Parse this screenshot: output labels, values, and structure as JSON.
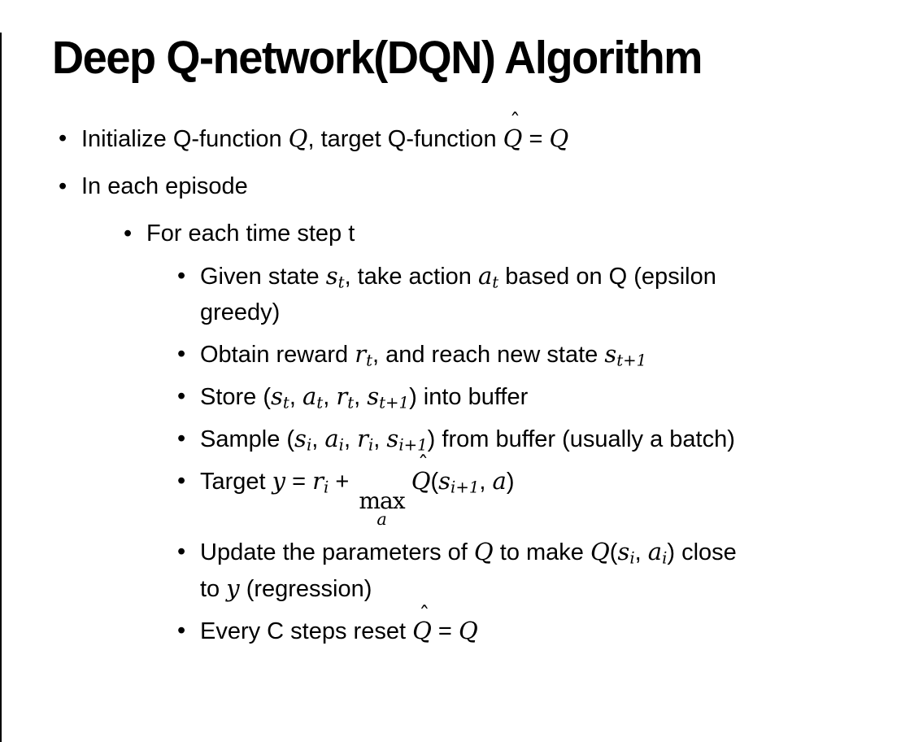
{
  "slide": {
    "title": "Deep Q-network(DQN) Algorithm",
    "bullet_char": "•",
    "colors": {
      "background": "#ffffff",
      "text": "#000000",
      "edge_line": "#000000"
    },
    "bullets": [
      {
        "level": 1,
        "segments": [
          {
            "k": "t",
            "v": "Initialize Q-function "
          },
          {
            "k": "m",
            "v": "Q"
          },
          {
            "k": "t",
            "v": ", target Q-function "
          },
          {
            "k": "qhat",
            "v": "Q",
            "hat": "ˆ"
          },
          {
            "k": "t",
            "v": " = "
          },
          {
            "k": "m",
            "v": "Q"
          }
        ]
      },
      {
        "level": 1,
        "segments": [
          {
            "k": "t",
            "v": "In each episode"
          }
        ]
      },
      {
        "level": 2,
        "segments": [
          {
            "k": "t",
            "v": "For each time step t"
          }
        ]
      },
      {
        "level": 3,
        "segments": [
          {
            "k": "t",
            "v": "Given state "
          },
          {
            "k": "ms",
            "v": "s",
            "sub": "t"
          },
          {
            "k": "t",
            "v": ", take action "
          },
          {
            "k": "ms",
            "v": "a",
            "sub": "t"
          },
          {
            "k": "t",
            "v": " based on Q (epsilon"
          },
          {
            "k": "br"
          },
          {
            "k": "t",
            "v": "greedy)"
          }
        ]
      },
      {
        "level": 3,
        "segments": [
          {
            "k": "t",
            "v": "Obtain reward "
          },
          {
            "k": "ms",
            "v": "r",
            "sub": "t"
          },
          {
            "k": "t",
            "v": ", and reach new state "
          },
          {
            "k": "ms",
            "v": "s",
            "sub": "t+1"
          }
        ]
      },
      {
        "level": 3,
        "segments": [
          {
            "k": "t",
            "v": "Store ("
          },
          {
            "k": "ms",
            "v": "s",
            "sub": "t"
          },
          {
            "k": "t",
            "v": ", "
          },
          {
            "k": "ms",
            "v": "a",
            "sub": "t"
          },
          {
            "k": "t",
            "v": ", "
          },
          {
            "k": "ms",
            "v": "r",
            "sub": "t"
          },
          {
            "k": "t",
            "v": ", "
          },
          {
            "k": "ms",
            "v": "s",
            "sub": "t+1"
          },
          {
            "k": "t",
            "v": ") into buffer"
          }
        ]
      },
      {
        "level": 3,
        "segments": [
          {
            "k": "t",
            "v": "Sample ("
          },
          {
            "k": "ms",
            "v": "s",
            "sub": "i"
          },
          {
            "k": "t",
            "v": ", "
          },
          {
            "k": "ms",
            "v": "a",
            "sub": "i"
          },
          {
            "k": "t",
            "v": ", "
          },
          {
            "k": "ms",
            "v": "r",
            "sub": "i"
          },
          {
            "k": "t",
            "v": ", "
          },
          {
            "k": "ms",
            "v": "s",
            "sub": "i+1"
          },
          {
            "k": "t",
            "v": ") from buffer (usually a batch)"
          }
        ]
      },
      {
        "level": 3,
        "segments": [
          {
            "k": "t",
            "v": "Target "
          },
          {
            "k": "m",
            "v": "y"
          },
          {
            "k": "t",
            "v": " = "
          },
          {
            "k": "ms",
            "v": "r",
            "sub": "i"
          },
          {
            "k": "t",
            "v": " + "
          },
          {
            "k": "max",
            "top": "max",
            "bot": "a"
          },
          {
            "k": "qhat",
            "v": "Q",
            "hat": "ˆ"
          },
          {
            "k": "t",
            "v": "("
          },
          {
            "k": "ms",
            "v": "s",
            "sub": "i+1"
          },
          {
            "k": "t",
            "v": ", "
          },
          {
            "k": "m",
            "v": "a"
          },
          {
            "k": "t",
            "v": ")"
          }
        ]
      },
      {
        "level": 3,
        "segments": [
          {
            "k": "t",
            "v": "Update the parameters of "
          },
          {
            "k": "m",
            "v": "Q"
          },
          {
            "k": "t",
            "v": " to make "
          },
          {
            "k": "m",
            "v": "Q"
          },
          {
            "k": "t",
            "v": "("
          },
          {
            "k": "ms",
            "v": "s",
            "sub": "i"
          },
          {
            "k": "t",
            "v": ", "
          },
          {
            "k": "ms",
            "v": "a",
            "sub": "i"
          },
          {
            "k": "t",
            "v": ") close"
          },
          {
            "k": "br"
          },
          {
            "k": "t",
            "v": "to "
          },
          {
            "k": "m",
            "v": "y"
          },
          {
            "k": "t",
            "v": " (regression)"
          }
        ]
      },
      {
        "level": 3,
        "segments": [
          {
            "k": "t",
            "v": "Every C steps reset "
          },
          {
            "k": "qhat",
            "v": "Q",
            "hat": "ˆ"
          },
          {
            "k": "t",
            "v": " = "
          },
          {
            "k": "m",
            "v": "Q"
          }
        ]
      }
    ]
  }
}
